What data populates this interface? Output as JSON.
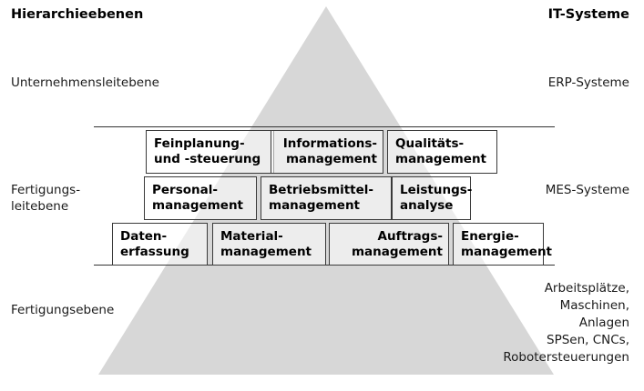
{
  "headings": {
    "left": "Hierarchieebenen",
    "right": "IT-Systeme"
  },
  "levels": {
    "left": [
      {
        "id": "unternehmensleitebene",
        "label": "Unternehmensleitebene"
      },
      {
        "id": "fertigungsleitebene",
        "label": "Fertigungs-\nleitebene"
      },
      {
        "id": "fertigungsebene",
        "label": "Fertigungsebene"
      }
    ],
    "right": [
      {
        "id": "erp",
        "label": "ERP-Systeme"
      },
      {
        "id": "mes",
        "label": "MES-Systeme"
      },
      {
        "id": "feld",
        "label": "Arbeitsplätze,\nMaschinen,\nAnlagen\nSPSen, CNCs,\nRobotersteuerungen"
      }
    ]
  },
  "mes_functions": {
    "row1": [
      {
        "id": "feinplanung-und-steuerung",
        "label": "Feinplanung-\nund -steuerung",
        "align": "left"
      },
      {
        "id": "informationsmanagement",
        "label": "Informations-\nmanagement",
        "align": "right"
      },
      {
        "id": "qualitaetsmanagement",
        "label": "Qualitäts-\nmanagement",
        "align": "left"
      }
    ],
    "row2": [
      {
        "id": "personalmanagement",
        "label": "Personal-\nmanagement",
        "align": "left"
      },
      {
        "id": "betriebsmittelmanagement",
        "label": "Betriebsmittel-\nmanagement",
        "align": "left"
      },
      {
        "id": "leistungsanalyse",
        "label": "Leistungs-\nanalyse",
        "align": "left"
      }
    ],
    "row3": [
      {
        "id": "datenerfassung",
        "label": "Daten-\nerfassung",
        "align": "left"
      },
      {
        "id": "materialmanagement",
        "label": "Material-\nmanagement",
        "align": "left"
      },
      {
        "id": "auftragsmanagement",
        "label": "Auftrags-\nmanagement",
        "align": "right"
      },
      {
        "id": "energiemanagement",
        "label": "Energie-\nmanagement",
        "align": "left"
      }
    ]
  },
  "colors": {
    "pyramid_fill": "#d7d7d7",
    "box_border": "#3a3a3a",
    "box_fill": "#ffffff",
    "divider": "#333333",
    "text": "#000000"
  }
}
